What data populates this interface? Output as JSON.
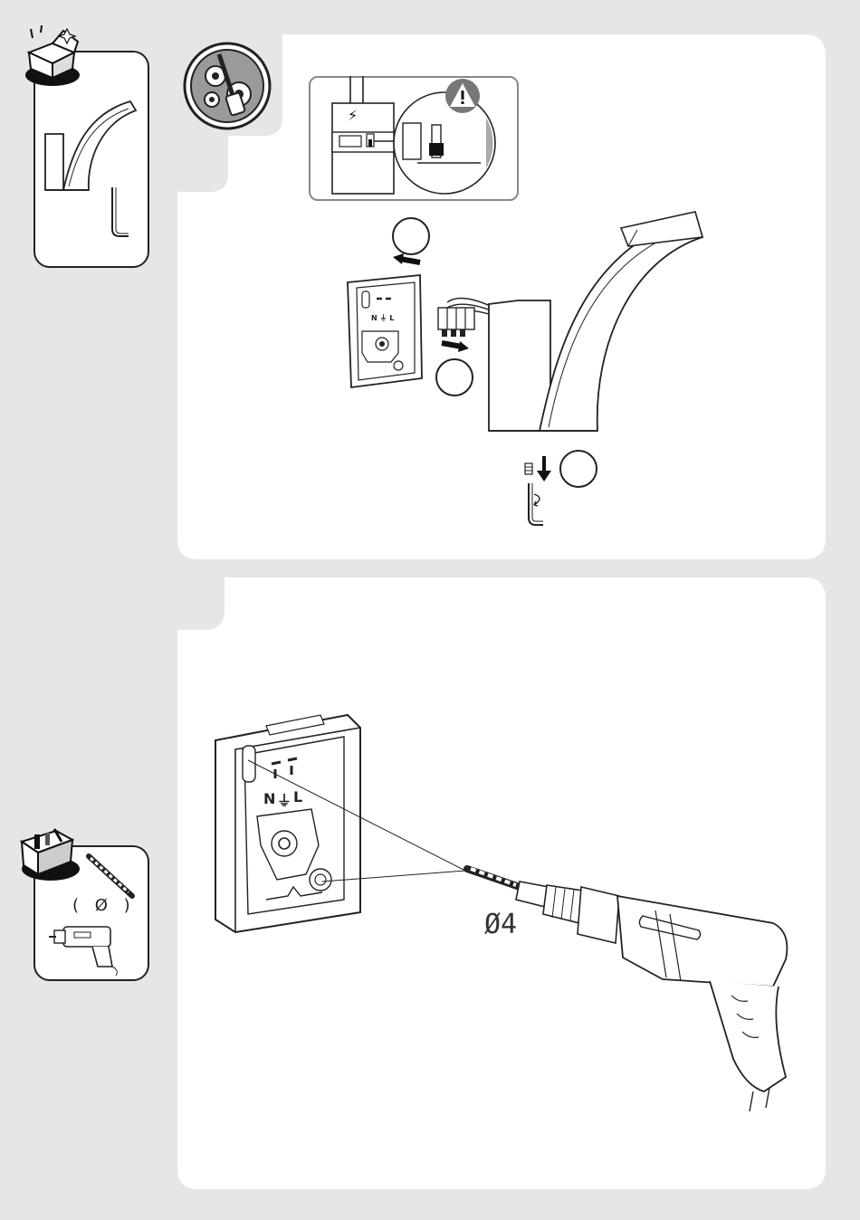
{
  "step1": {
    "warning_symbol": "!",
    "power_symbol": "⚡",
    "terminal_labels": "N ⏚ L"
  },
  "step2": {
    "terminal_labels": [
      "N",
      "⏚",
      "L"
    ],
    "drill_diameter": "Ø4",
    "tools_box_label": "( Ø )"
  },
  "icons": [
    "unbox-icon",
    "tools-gear-icon",
    "warning-icon",
    "toolbox-icon",
    "drill-bit-icon",
    "drill-icon",
    "allen-key-icon"
  ]
}
